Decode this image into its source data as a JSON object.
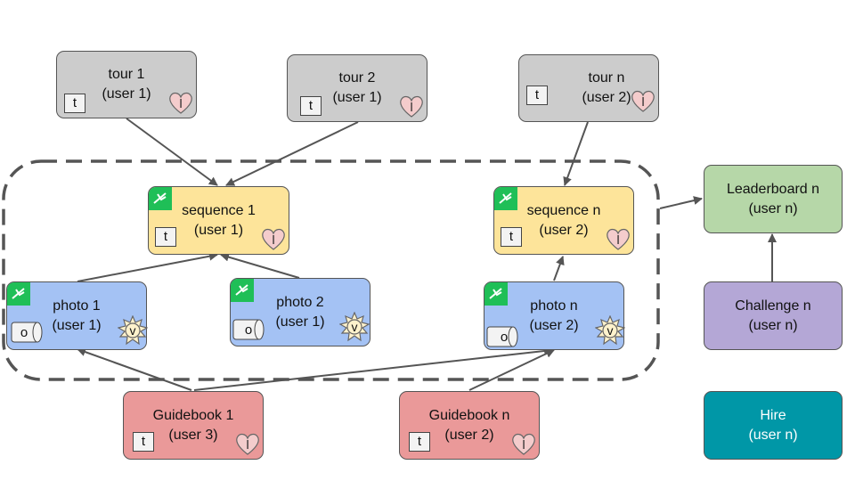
{
  "nodes": {
    "tour1": {
      "label": "tour 1\n(user 1)"
    },
    "tour2": {
      "label": "tour 2\n(user 1)"
    },
    "tourn": {
      "label": "tour n\n(user 2)"
    },
    "sequence1": {
      "label": "sequence 1\n(user 1)"
    },
    "sequencen": {
      "label": "sequence n\n(user 2)"
    },
    "photo1": {
      "label": "photo 1\n(user 1)"
    },
    "photo2": {
      "label": "photo 2\n(user 1)"
    },
    "photon": {
      "label": "photo n\n(user 2)"
    },
    "guidebook1": {
      "label": "Guidebook 1\n(user 3)"
    },
    "guidebookn": {
      "label": "Guidebook n\n(user 2)"
    },
    "leaderboard": {
      "label": "Leaderboard n\n(user n)"
    },
    "challenge": {
      "label": "Challenge n\n(user n)"
    },
    "hire": {
      "label": "Hire\n(user n)"
    }
  },
  "glyphs": {
    "t": "t",
    "l": "l",
    "o": "o",
    "v": "v"
  },
  "colors": {
    "tour": "#cccccc",
    "sequence": "#fde49a",
    "photo": "#a4c2f4",
    "guidebook": "#ea9999",
    "leaderboard": "#b6d7a8",
    "challenge": "#b4a7d6",
    "hire": "#0097a7",
    "badge": "#1fbf57",
    "heart": "#f4cccc",
    "sun": "#fff2cc",
    "arrow": "#555555"
  }
}
